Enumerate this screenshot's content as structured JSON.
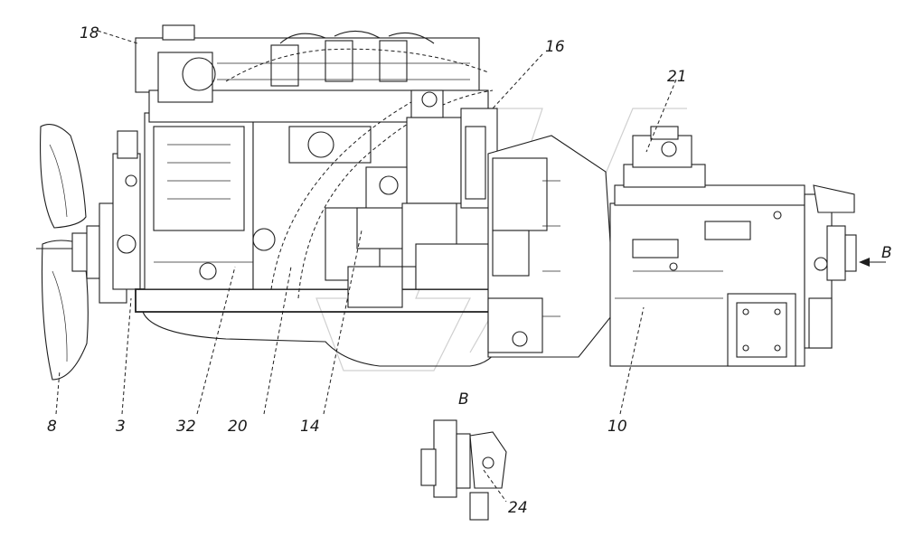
{
  "diagram": {
    "callouts": [
      "18",
      "16",
      "21",
      "8",
      "3",
      "32",
      "20",
      "14",
      "10",
      "24"
    ],
    "view_marker": "В",
    "view_arrow_label": "В"
  }
}
